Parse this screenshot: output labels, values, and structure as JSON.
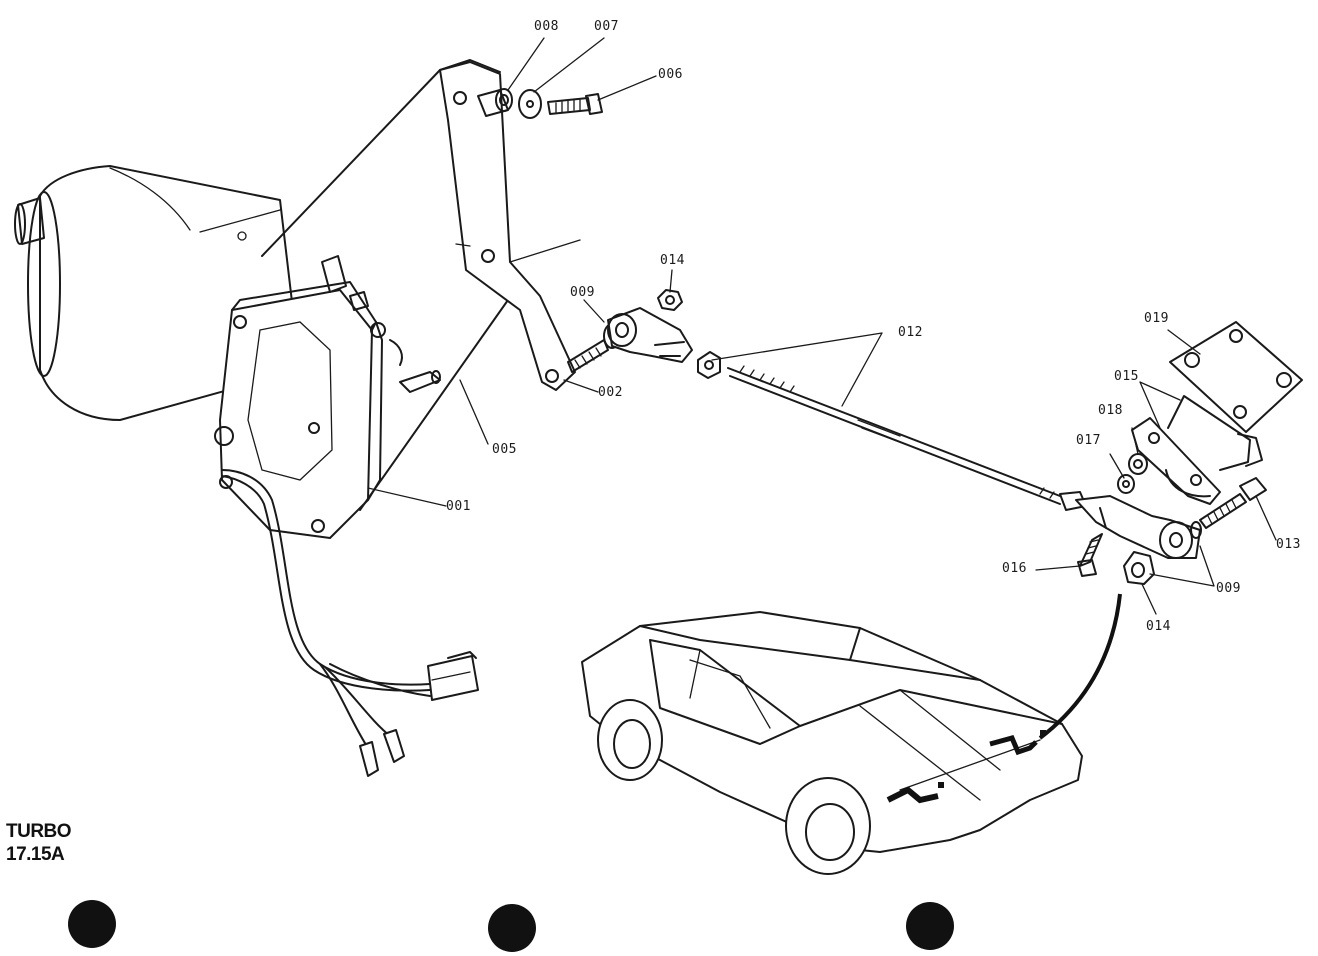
{
  "page_code": {
    "line1": "TURBO",
    "line2": "17.15A"
  },
  "part_numbers": [
    {
      "id": "p008a",
      "text": "008"
    },
    {
      "id": "p007",
      "text": "007"
    },
    {
      "id": "p006",
      "text": "006"
    },
    {
      "id": "p014a",
      "text": "014"
    },
    {
      "id": "p009a",
      "text": "009"
    },
    {
      "id": "p012",
      "text": "012"
    },
    {
      "id": "p002",
      "text": "002"
    },
    {
      "id": "p005",
      "text": "005"
    },
    {
      "id": "p001",
      "text": "001"
    },
    {
      "id": "p019",
      "text": "019"
    },
    {
      "id": "p015",
      "text": "015"
    },
    {
      "id": "p018",
      "text": "018"
    },
    {
      "id": "p017",
      "text": "017"
    },
    {
      "id": "p013",
      "text": "013"
    },
    {
      "id": "p016",
      "text": "016"
    },
    {
      "id": "p009b",
      "text": "009"
    },
    {
      "id": "p014b",
      "text": "014"
    }
  ],
  "colors": {
    "ink": "#1a1a1a",
    "paper": "#ffffff",
    "punch_hole": "#111111"
  }
}
